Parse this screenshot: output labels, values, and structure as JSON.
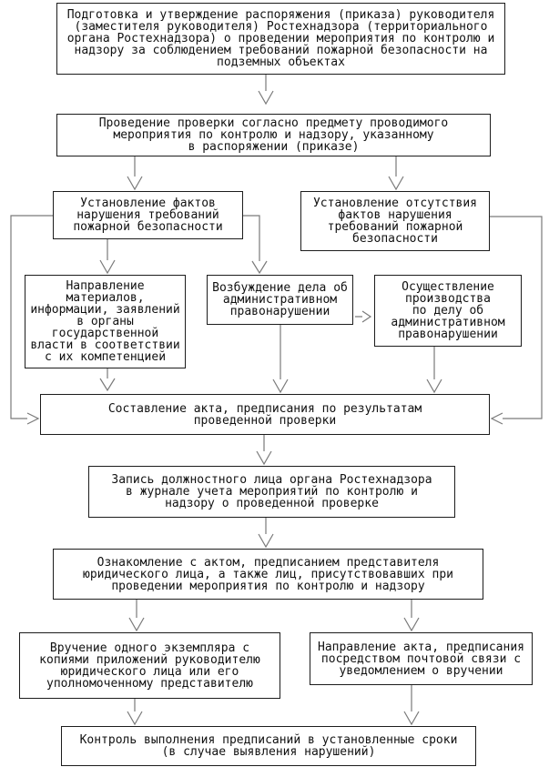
{
  "diagram": {
    "type": "flowchart",
    "language": "ru",
    "colors": {
      "background": "#ffffff",
      "box_border": "#1c1c1c",
      "box_fill": "#ffffff",
      "connector": "#7a7a7a",
      "text": "#111111"
    }
  },
  "nodes": {
    "podgotovka": {
      "text": "Подготовка и утверждение распоряжения (приказа) руководителя\n(заместителя руководителя) Ростехнадзора (территориального\nоргана Ростехнадзора) о проведении мероприятия по контролю и\nнадзору за соблюдением требований пожарной безопасности на\nподземных объектах"
    },
    "provedenie": {
      "text": "Проведение проверки согласно предмету проводимого\nмероприятия по контролю и надзору, указанному\nв распоряжении (приказе)"
    },
    "fakty": {
      "text": "Установление фактов\nнарушения требований\nпожарной безопасности"
    },
    "otsutstvie": {
      "text": "Установление отсутствия\nфактов нарушения\nтребований пожарной\nбезопасности"
    },
    "napravlenie_materialov": {
      "text": "Направление\nматериалов,\nинформации, заявлений\nв органы\nгосударственной\nвласти в соответствии\nс их компетенцией"
    },
    "vozbuzhdenie": {
      "text": "Возбуждение дела об\nадминистративном\nправонарушении"
    },
    "osushchestvlenie": {
      "text": "Осуществление\nпроизводства\nпо делу об\nадминистративном\nправонарушении"
    },
    "akt": {
      "text": "Составление акта, предписания по результатам\nпроведенной проверки"
    },
    "zapis": {
      "text": "Запись должностного лица органа Ростехнадзора\nв журнале учета мероприятий по контролю и\nнадзору о проведенной проверке"
    },
    "oznakomlenie": {
      "text": "Ознакомление с актом, предписанием представителя\nюридического лица, а также лиц, присутствовавших при\nпроведении мероприятия по контролю и надзору"
    },
    "vruchenie": {
      "text": "Вручение одного экземпляра с\nкопиями приложений руководителю\nюридического лица или его\nуполномоченному представителю"
    },
    "pochta": {
      "text": "Направление акта, предписания\nпосредством почтовой связи с\nуведомлением о вручении"
    },
    "kontrol": {
      "text": "Контроль выполнения предписаний в установленные сроки\n(в случае выявления нарушений)"
    }
  },
  "edges": [
    {
      "from": "podgotovka",
      "to": "provedenie"
    },
    {
      "from": "provedenie",
      "to": "fakty"
    },
    {
      "from": "provedenie",
      "to": "otsutstvie"
    },
    {
      "from": "fakty",
      "to": "napravlenie_materialov"
    },
    {
      "from": "fakty",
      "to": "vozbuzhdenie"
    },
    {
      "from": "fakty",
      "to": "akt"
    },
    {
      "from": "otsutstvie",
      "to": "akt"
    },
    {
      "from": "vozbuzhdenie",
      "to": "osushchestvlenie"
    },
    {
      "from": "vozbuzhdenie",
      "to": "akt"
    },
    {
      "from": "osushchestvlenie",
      "to": "akt"
    },
    {
      "from": "napravlenie_materialov",
      "to": "akt"
    },
    {
      "from": "akt",
      "to": "zapis"
    },
    {
      "from": "zapis",
      "to": "oznakomlenie"
    },
    {
      "from": "oznakomlenie",
      "to": "vruchenie"
    },
    {
      "from": "oznakomlenie",
      "to": "pochta"
    },
    {
      "from": "vruchenie",
      "to": "kontrol"
    },
    {
      "from": "pochta",
      "to": "kontrol"
    }
  ]
}
